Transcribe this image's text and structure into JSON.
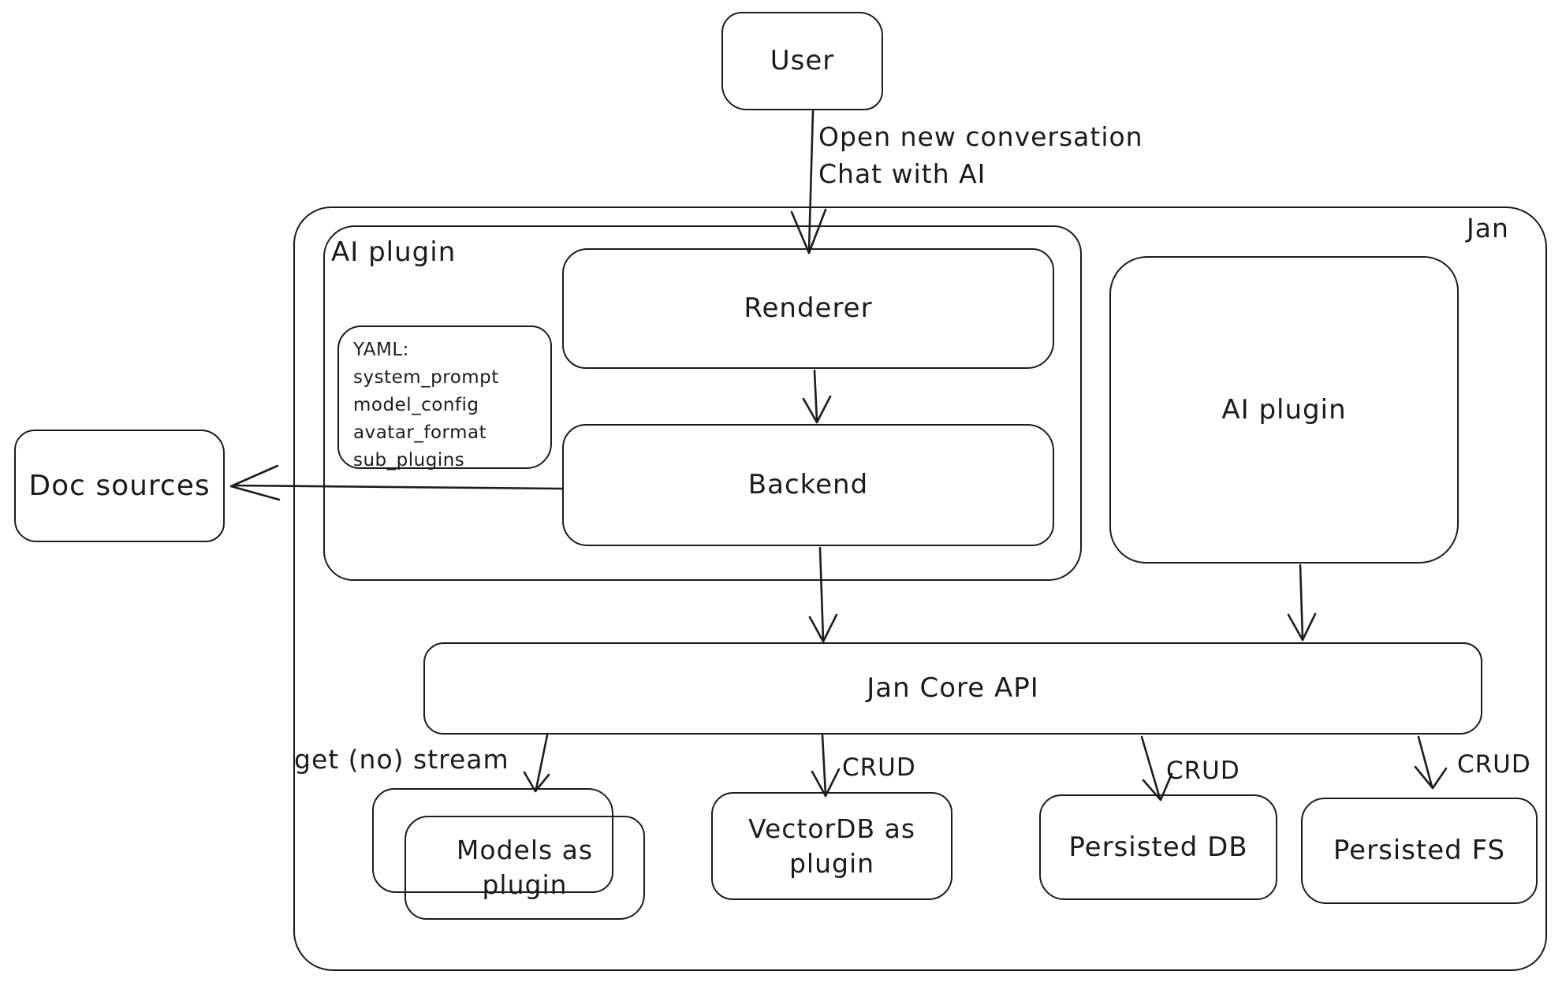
{
  "diagram": {
    "nodes": {
      "user": "User",
      "jan": "Jan",
      "ai_plugin_container": "AI plugin",
      "renderer": "Renderer",
      "backend": "Backend",
      "ai_plugin_right": "AI plugin",
      "doc_sources": "Doc sources",
      "jan_core_api": "Jan Core API",
      "models": "Models as plugin",
      "vectordb": "VectorDB as plugin",
      "persisted_db": "Persisted DB",
      "persisted_fs": "Persisted FS"
    },
    "yaml_note": {
      "lines": [
        "YAML:",
        "system_prompt",
        "model_config",
        "avatar_format",
        "sub_plugins"
      ]
    },
    "edges": {
      "user_to_renderer": {
        "label_line1": "Open new conversation",
        "label_line2": "Chat with AI"
      },
      "core_to_models": {
        "label": "get (no) stream"
      },
      "core_to_vectordb": {
        "label": "CRUD"
      },
      "core_to_persisted_db": {
        "label": "CRUD"
      },
      "core_to_persisted_fs": {
        "label": "CRUD"
      }
    },
    "colors": {
      "ink": "#1c1c1c",
      "background": "#ffffff"
    }
  }
}
